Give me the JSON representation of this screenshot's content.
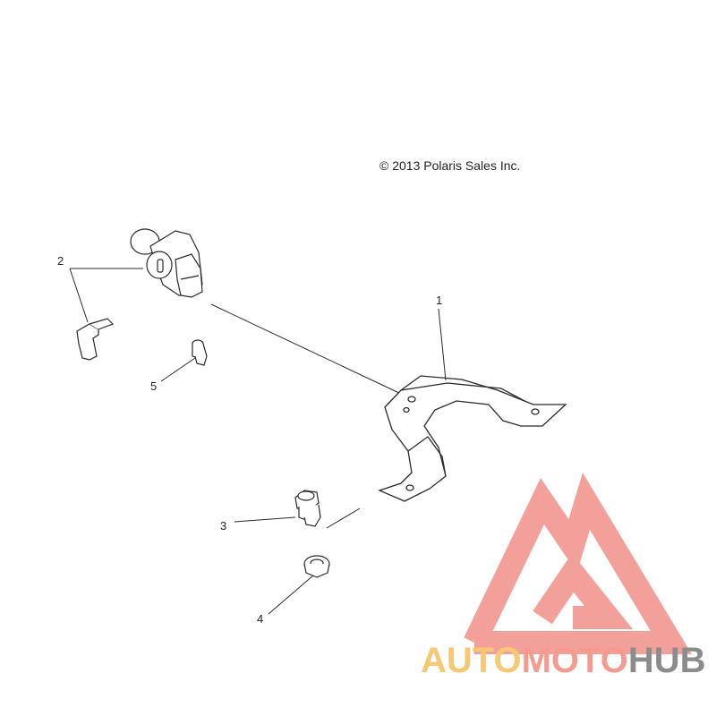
{
  "copyright": "© 2013 Polaris Sales Inc.",
  "callouts": [
    "1",
    "2",
    "3",
    "4",
    "5"
  ],
  "brand": {
    "part1": "AUTO",
    "part2": "MOTO",
    "part3": "HUB",
    "color1": "#f7c873",
    "color2": "#f59a8e",
    "color3": "#8c8c8c",
    "logo_color": "#f4a09a"
  },
  "colors": {
    "line": "#2a2a2a"
  }
}
